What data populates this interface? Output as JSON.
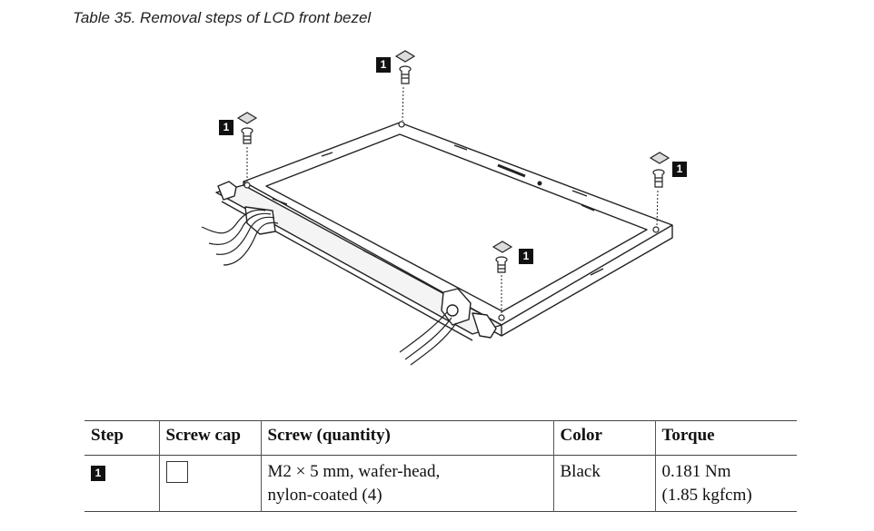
{
  "caption": "Table 35. Removal steps of LCD front bezel",
  "figure": {
    "callouts": [
      {
        "step_label": "1"
      },
      {
        "step_label": "1"
      },
      {
        "step_label": "1"
      },
      {
        "step_label": "1"
      }
    ]
  },
  "table": {
    "headers": {
      "step": "Step",
      "screw_cap": "Screw cap",
      "screw": "Screw (quantity)",
      "color": "Color",
      "torque": "Torque"
    },
    "rows": [
      {
        "step": "1",
        "screw_line1": "M2 × 5 mm, wafer-head,",
        "screw_line2": "nylon-coated (4)",
        "color": "Black",
        "torque_line1": "0.181 Nm",
        "torque_line2": "(1.85 kgfcm)"
      }
    ]
  }
}
